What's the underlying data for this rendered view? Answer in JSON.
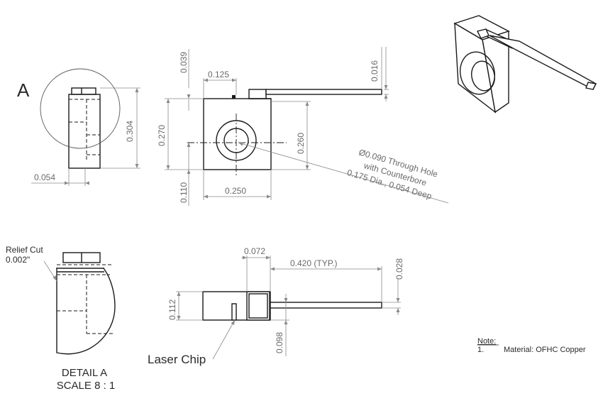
{
  "front_view": {
    "view_letter": "A",
    "dim_top_0_039": "0.039",
    "dim_hole_center_0_125": "0.125",
    "dim_tab_0_016": "0.016",
    "dim_height_0_304": "0.304",
    "dim_0_270": "0.270",
    "dim_0_260": "0.260",
    "dim_0_110": "0.110",
    "dim_width_0_250": "0.250",
    "dim_side_0_054": "0.054",
    "hole_note_line1": "Ø0.090 Through Hole",
    "hole_note_line2": "with Counterbore",
    "hole_note_line3": "0.175 Dia., 0.054 Deep"
  },
  "detail": {
    "relief_label_line1": "Relief Cut",
    "relief_label_line2": "0.002\"",
    "title_line1": "DETAIL A",
    "title_line2": "SCALE 8 : 1"
  },
  "top_view": {
    "dim_0_072": "0.072",
    "dim_0_420_typ": "0.420 (TYP.)",
    "dim_0_028": "0.028",
    "dim_0_112": "0.112",
    "dim_0_098": "0.098",
    "laser_chip_label": "Laser Chip"
  },
  "notes": {
    "heading": "Note:",
    "item_number": "1.",
    "item_text": "Material: OFHC Copper"
  },
  "colors": {
    "line": "#1a1a1a",
    "dimension": "#8a8a8a",
    "text": "#606060"
  }
}
